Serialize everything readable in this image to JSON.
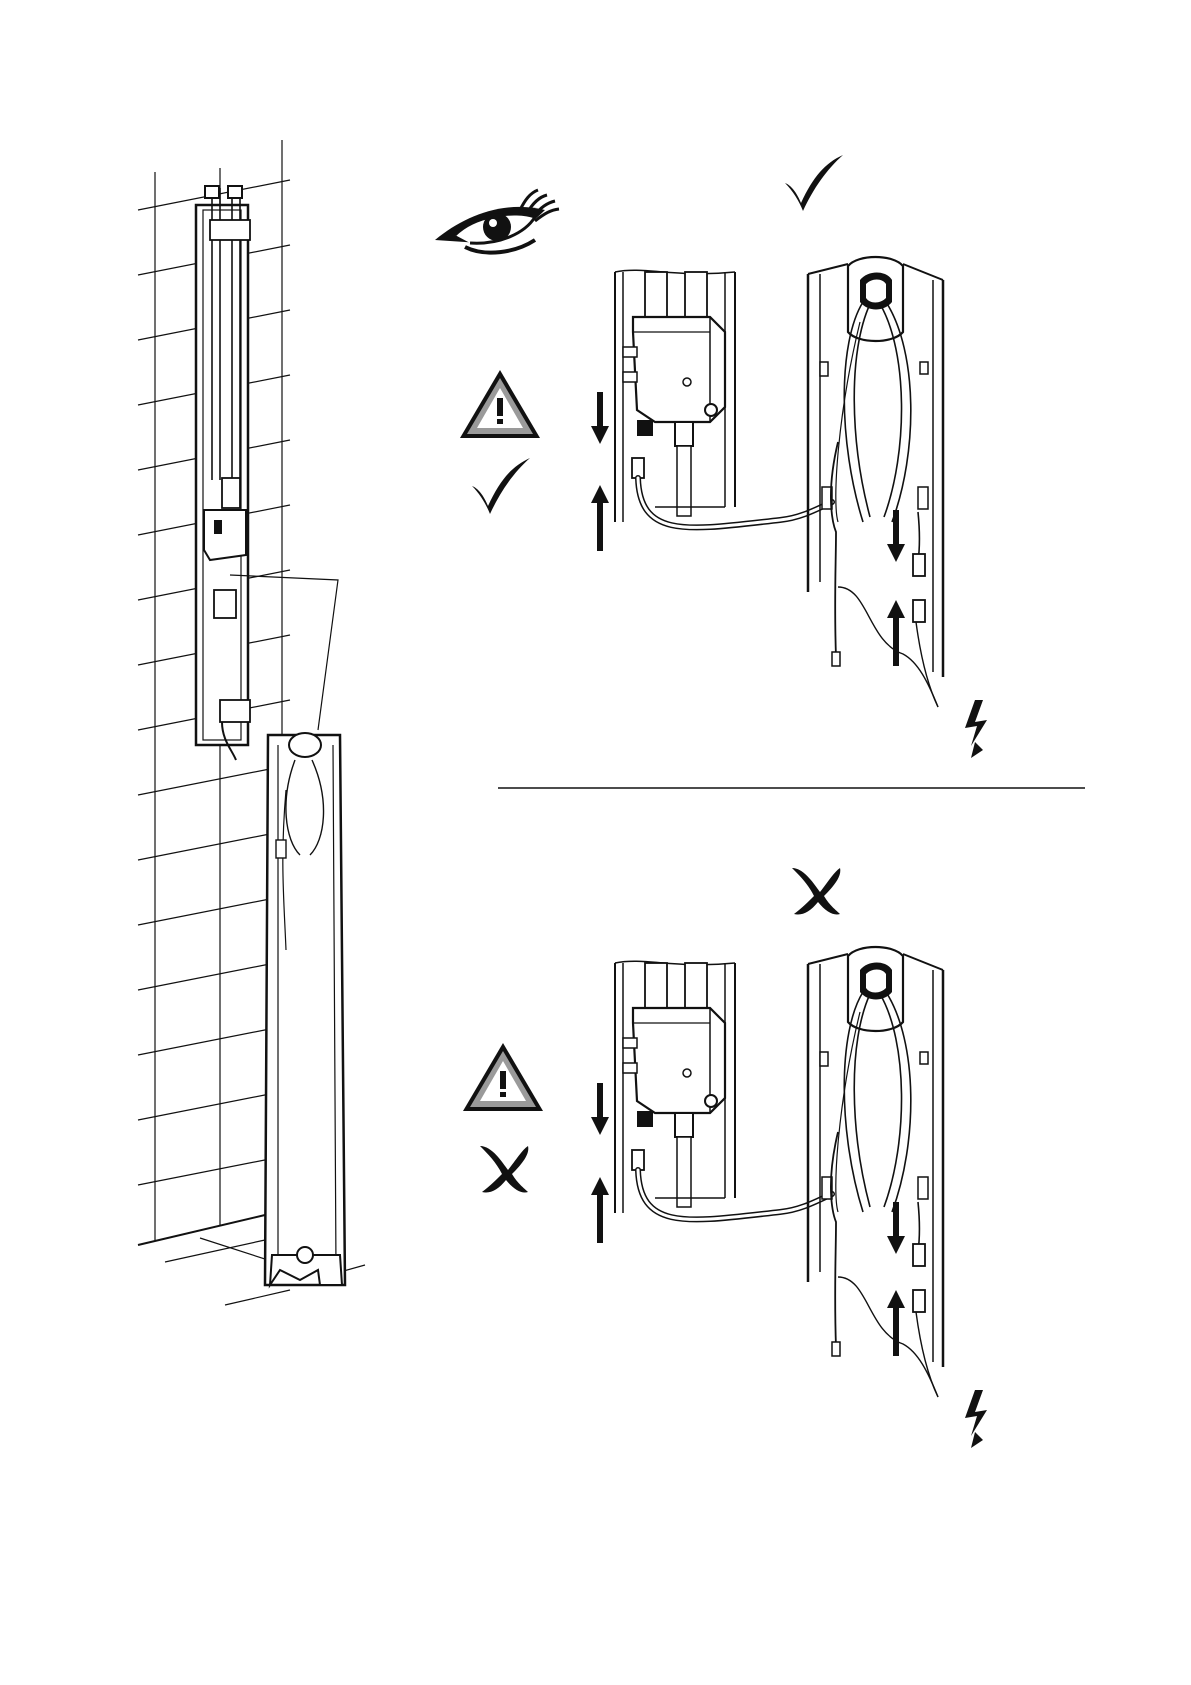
{
  "colors": {
    "ink": "#111111",
    "paper": "#ffffff",
    "warning_fill": "#9a9a9a"
  },
  "icons": {
    "eye": "eye-icon",
    "check": "checkmark-icon",
    "cross": "cross-icon",
    "warning": "warning-triangle-icon",
    "electric": "lightning-bolt-icon",
    "push_down": "arrow-down-icon",
    "push_up": "arrow-up-icon"
  },
  "panels": [
    {
      "id": "correct",
      "verdict": "check"
    },
    {
      "id": "incorrect",
      "verdict": "cross"
    }
  ]
}
